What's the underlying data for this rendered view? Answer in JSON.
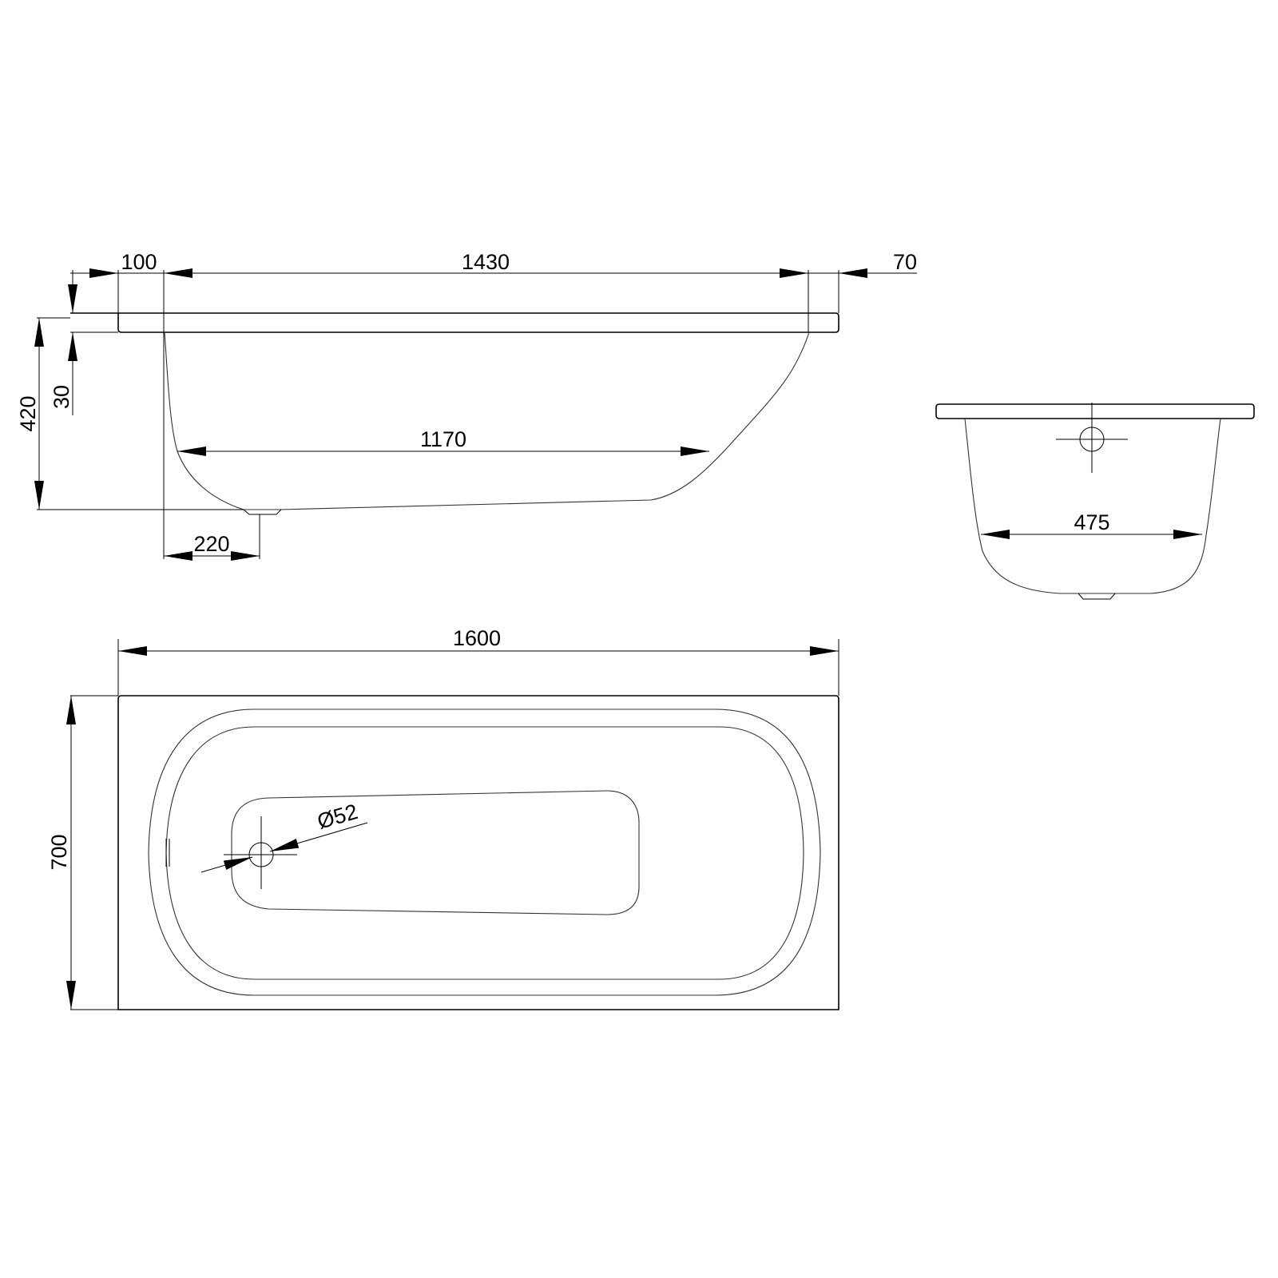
{
  "side_view": {
    "dim_100": "100",
    "dim_1430": "1430",
    "dim_70": "70",
    "dim_420": "420",
    "dim_30": "30",
    "dim_1170": "1170",
    "dim_220": "220"
  },
  "end_view": {
    "dim_475": "475"
  },
  "top_view": {
    "dim_1600": "1600",
    "dim_700": "700",
    "drain_diameter": "Ø52"
  },
  "colors": {
    "line": "#000000",
    "background": "#ffffff"
  }
}
